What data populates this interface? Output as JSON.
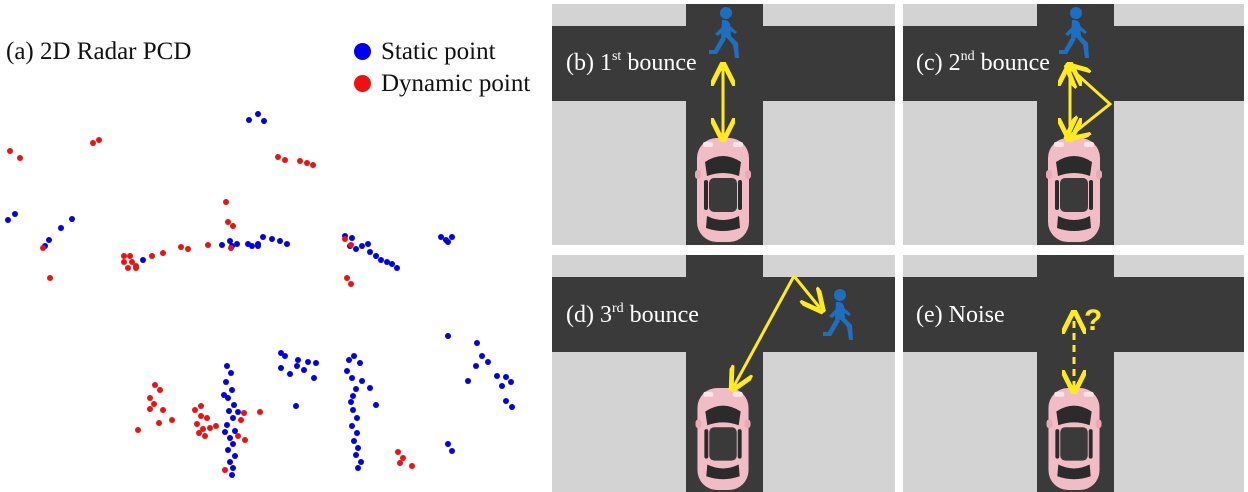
{
  "panel_a": {
    "title": "(a) 2D Radar PCD",
    "legend": [
      {
        "label": "Static point",
        "color": "#0000ee"
      },
      {
        "label": "Dynamic point",
        "color": "#ee1111"
      }
    ]
  },
  "panels": [
    {
      "id": "b",
      "label_prefix": "(b) 1",
      "label_sup": "st",
      "label_suffix": " bounce"
    },
    {
      "id": "c",
      "label_prefix": "(c) 2",
      "label_sup": "nd",
      "label_suffix": " bounce"
    },
    {
      "id": "d",
      "label_prefix": "(d) 3",
      "label_sup": "rd",
      "label_suffix": " bounce"
    },
    {
      "id": "e",
      "label_prefix": "(e) Noise",
      "label_sup": "",
      "label_suffix": "",
      "marker": "?"
    }
  ],
  "colors": {
    "road": "#3a3a3a",
    "ground": "#d3d3d3",
    "arrow": "#ffeb1e",
    "pedestrian": "#1f6fc0",
    "car": "#f2bcc7"
  }
}
